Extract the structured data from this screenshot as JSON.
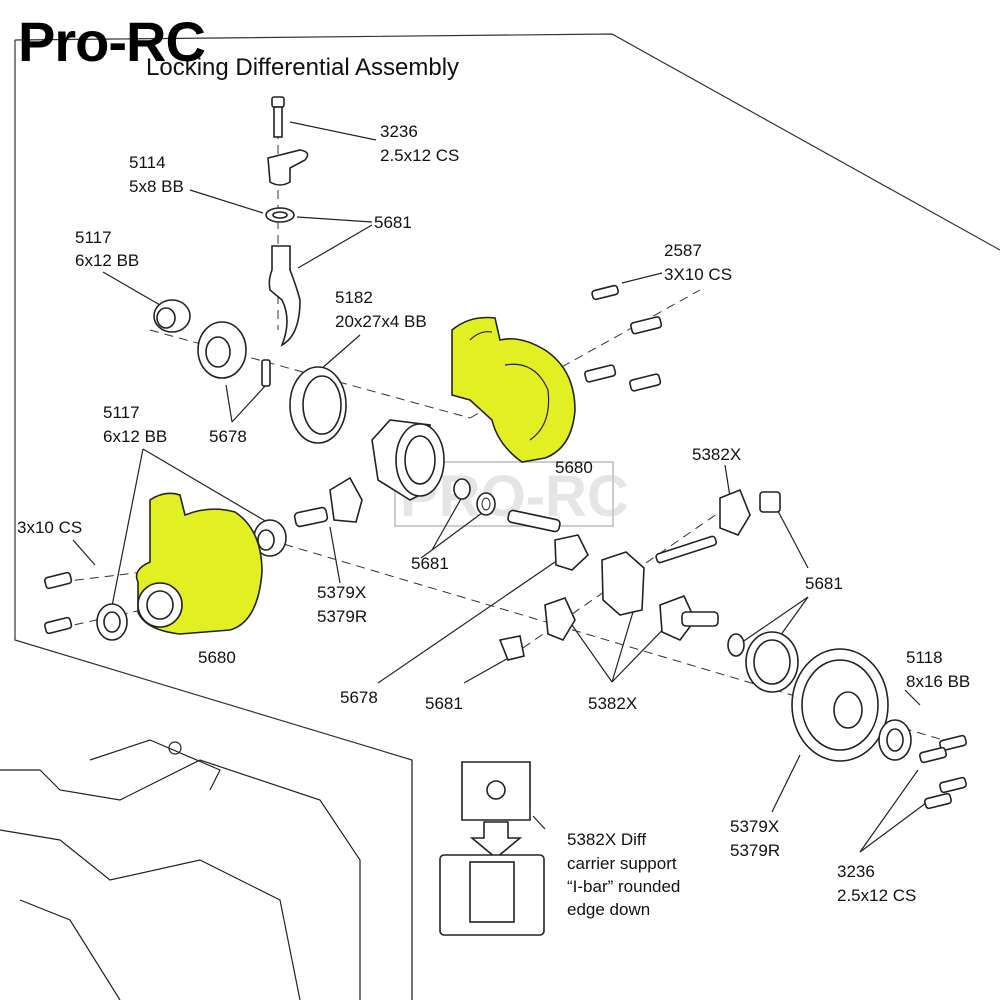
{
  "brand": "Pro-RC",
  "title": "Locking Differential Assembly",
  "watermark": "PRO-RC",
  "colors": {
    "highlight": "#e2ef22",
    "line": "#222222",
    "background": "#ffffff"
  },
  "labels": {
    "l3236_top": "3236",
    "l3236_top_size": "2.5x12 CS",
    "l5114": "5114",
    "l5114_size": "5x8 BB",
    "l5681_top": "5681",
    "l5117_top": "5117",
    "l5117_top_size": "6x12 BB",
    "l2587": "2587",
    "l2587_size": "3X10 CS",
    "l5182": "5182",
    "l5182_size": "20x27x4 BB",
    "l5678_top": "5678",
    "l5117_mid": "5117",
    "l5117_mid_size": "6x12 BB",
    "l5680_right": "5680",
    "l5382x_top": "5382X",
    "l3x10": "3x10 CS",
    "l5681_mid": "5681",
    "l5379x_mid": "5379X",
    "l5379r_mid": "5379R",
    "l5681_right": "5681",
    "l5680_left": "5680",
    "l5118": "5118",
    "l5118_size": "8x16 BB",
    "l5678_bot": "5678",
    "l5681_bot": "5681",
    "l5382x_bot": "5382X",
    "l5379x_bot": "5379X",
    "l5379r_bot": "5379R",
    "l3236_bot": "3236",
    "l3236_bot_size": "2.5x12 CS",
    "note_line1": "5382X Diff",
    "note_line2": "carrier support",
    "note_line3": "“I-bar” rounded",
    "note_line4": "edge down"
  }
}
